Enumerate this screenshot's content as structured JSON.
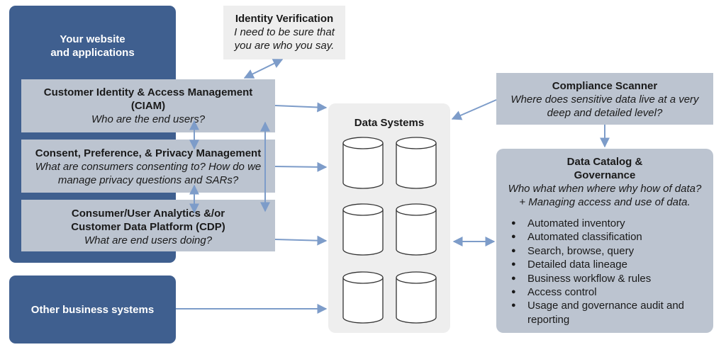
{
  "website": {
    "label_line1": "Your website",
    "label_line2": "and applications"
  },
  "other_systems": {
    "label": "Other business systems"
  },
  "identity_verification": {
    "title": "Identity Verification",
    "desc_line1": "I need to be sure that",
    "desc_line2": "you are who you say."
  },
  "ciam": {
    "title_line1": "Customer Identity & Access Management",
    "title_line2": "(CIAM)",
    "desc": "Who are the end users?"
  },
  "consent": {
    "title": "Consent, Preference, & Privacy Management",
    "desc_line1": "What are consumers consenting to? How do we",
    "desc_line2": "manage privacy questions and SARs?"
  },
  "cdp": {
    "title_line1": "Consumer/User Analytics &/or",
    "title_line2": "Customer Data Platform (CDP)",
    "desc": "What are end users doing?"
  },
  "data_systems": {
    "title": "Data Systems"
  },
  "compliance_scanner": {
    "title": "Compliance Scanner",
    "desc_line1": "Where does sensitive data live at a very",
    "desc_line2": "deep and detailed level?"
  },
  "data_catalog": {
    "title_line1": "Data Catalog &",
    "title_line2": "Governance",
    "desc_line1": "Who what when where why how of data?",
    "desc_line2": "+ Managing access and use of data.",
    "features": [
      "Automated inventory",
      "Automated classification",
      "Search, browse, query",
      "Detailed data lineage",
      "Business workflow & rules",
      "Access control",
      "Usage and governance audit and",
      "reporting"
    ]
  },
  "colors": {
    "navy": "#3f5f8f",
    "gray_box": "#bcc4d0",
    "light_panel": "#eeeeee",
    "arrow": "#7d9cc9"
  }
}
